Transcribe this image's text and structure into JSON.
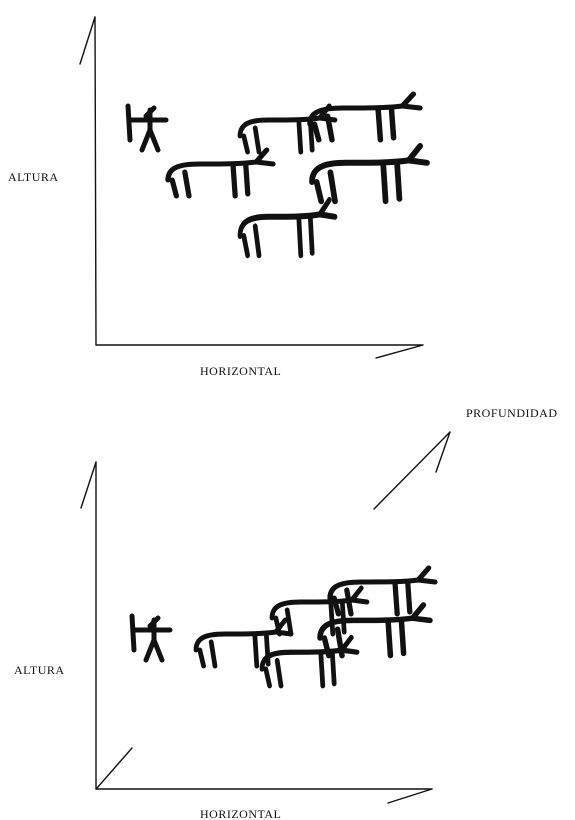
{
  "diagram": {
    "top_panel": {
      "altura_label": "ALTURA",
      "horizontal_label": "HORIZONTAL"
    },
    "bottom_panel": {
      "profundidad_label": "PROFUNDIDAD",
      "altura_label": "ALTURA",
      "horizontal_label": "HORIZONTAL"
    }
  }
}
